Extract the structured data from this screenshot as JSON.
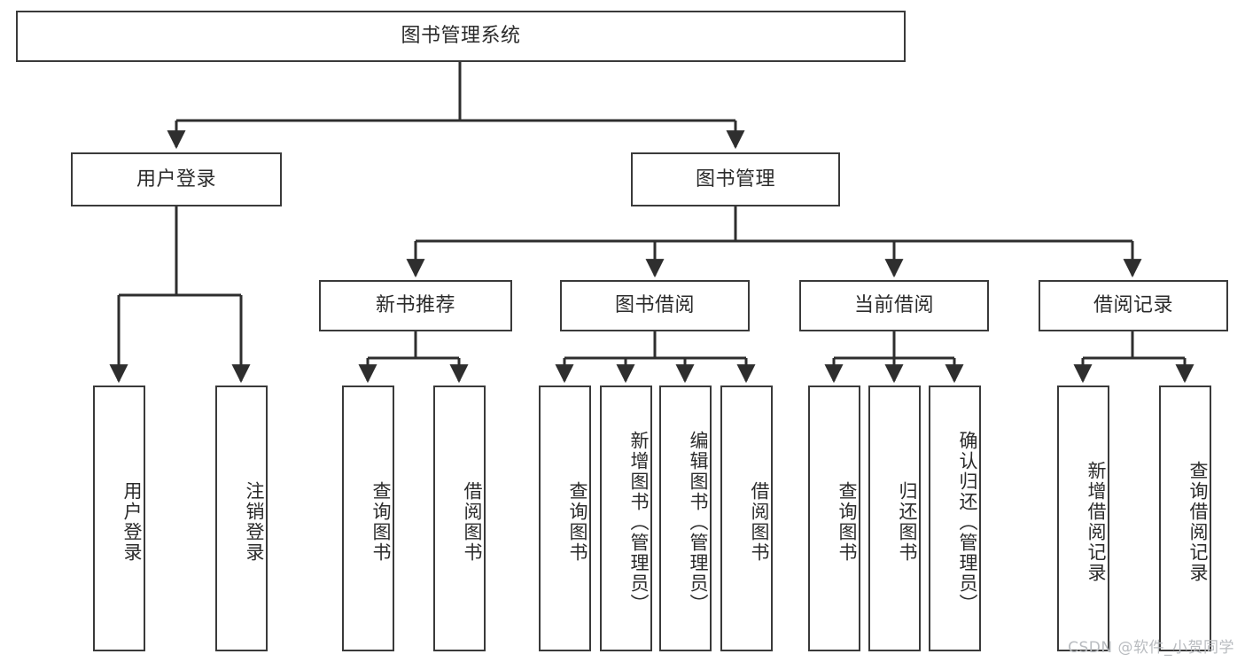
{
  "diagram": {
    "title": "图书管理系统",
    "type": "hierarchy-tree",
    "watermark": "CSDN @软件_小贺同学",
    "colors": {
      "background": "#ffffff",
      "node_fill": "#ffffff",
      "node_border": "#3a3a3a",
      "connector": "#2e2e2e",
      "text": "#2b2b2b",
      "watermark": "#b9bcc0"
    },
    "levels": {
      "root": {
        "label": "图书管理系统"
      },
      "level2": [
        {
          "id": "user-login",
          "label": "用户登录"
        },
        {
          "id": "book-manage",
          "label": "图书管理"
        }
      ],
      "level3": [
        {
          "id": "new-book-rec",
          "label": "新书推荐",
          "parent": "book-manage"
        },
        {
          "id": "book-borrow",
          "label": "图书借阅",
          "parent": "book-manage"
        },
        {
          "id": "current-borrow",
          "label": "当前借阅",
          "parent": "book-manage"
        },
        {
          "id": "borrow-record",
          "label": "借阅记录",
          "parent": "book-manage"
        }
      ],
      "leaves": [
        {
          "id": "leaf-user-login",
          "label": "用户登录",
          "parent": "user-login"
        },
        {
          "id": "leaf-user-logout",
          "label": "注销登录",
          "parent": "user-login"
        },
        {
          "id": "leaf-query-book-1",
          "label": "查询图书",
          "parent": "new-book-rec"
        },
        {
          "id": "leaf-borrow-book-1",
          "label": "借阅图书",
          "parent": "new-book-rec"
        },
        {
          "id": "leaf-query-book-2",
          "label": "查询图书",
          "parent": "book-borrow"
        },
        {
          "id": "leaf-add-book",
          "label": "新增图书（管理员）",
          "parent": "book-borrow"
        },
        {
          "id": "leaf-edit-book",
          "label": "编辑图书（管理员）",
          "parent": "book-borrow"
        },
        {
          "id": "leaf-borrow-book-2",
          "label": "借阅图书",
          "parent": "book-borrow"
        },
        {
          "id": "leaf-query-book-3",
          "label": "查询图书",
          "parent": "current-borrow"
        },
        {
          "id": "leaf-return-book",
          "label": "归还图书",
          "parent": "current-borrow"
        },
        {
          "id": "leaf-confirm-return",
          "label": "确认归还（管理员）",
          "parent": "current-borrow"
        },
        {
          "id": "leaf-add-record",
          "label": "新增借阅记录",
          "parent": "borrow-record"
        },
        {
          "id": "leaf-query-record",
          "label": "查询借阅记录",
          "parent": "borrow-record"
        }
      ]
    }
  }
}
